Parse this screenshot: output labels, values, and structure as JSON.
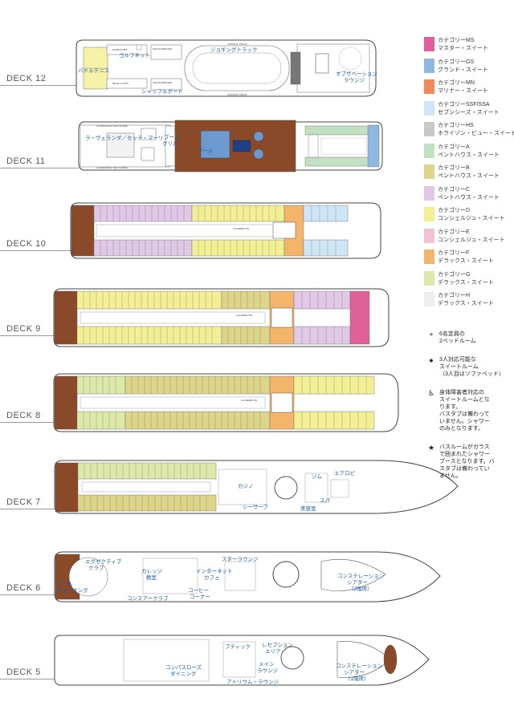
{
  "decks": [
    {
      "id": "deck-12",
      "label": "DECK 12"
    },
    {
      "id": "deck-11",
      "label": "DECK 11"
    },
    {
      "id": "deck-10",
      "label": "DECK 10"
    },
    {
      "id": "deck-9",
      "label": "DECK 9"
    },
    {
      "id": "deck-8",
      "label": "DECK 8"
    },
    {
      "id": "deck-7",
      "label": "DECK 7"
    },
    {
      "id": "deck-6",
      "label": "DECK 6"
    },
    {
      "id": "deck-5",
      "label": "DECK 5"
    }
  ],
  "legend": [
    {
      "code": "カテゴリーMS",
      "name": "マスター・スイート",
      "color": "#e0609a"
    },
    {
      "code": "カテゴリーGS",
      "name": "グランド・スイート",
      "color": "#8fb8e0"
    },
    {
      "code": "カテゴリーMN",
      "name": "マリナー・スイート",
      "color": "#f08a5d"
    },
    {
      "code": "カテゴリーSSF/SSA",
      "name": "セブンシーズ・スイート",
      "color": "#cfe6f7"
    },
    {
      "code": "カテゴリーHS",
      "name": "ホライゾン・ビュー・スイート",
      "color": "#c8c8c8"
    },
    {
      "code": "カテゴリーA",
      "name": "ペントハウス・スイート",
      "color": "#c2e0c2"
    },
    {
      "code": "カテゴリーB",
      "name": "ペントハウス・スイート",
      "color": "#ded48a"
    },
    {
      "code": "カテゴリーC",
      "name": "ペントハウス・スイート",
      "color": "#e0c8e6"
    },
    {
      "code": "カテゴリーD",
      "name": "コンシェルジュ・スイート",
      "color": "#f3ef95"
    },
    {
      "code": "カテゴリーE",
      "name": "コンシェルジュ・スイート",
      "color": "#efc3cf"
    },
    {
      "code": "カテゴリーF",
      "name": "デラックス・スイート",
      "color": "#f2b56a"
    },
    {
      "code": "カテゴリーG",
      "name": "デラックス・スイート",
      "color": "#dde9a8"
    },
    {
      "code": "カテゴリーH",
      "name": "デラックス・スイート",
      "color": "#eeeeee"
    }
  ],
  "notes": [
    {
      "symbol": "+",
      "text": "6名定員の\n2ベッドルーム"
    },
    {
      "symbol": "●",
      "text": "3人対応可能な\nスイートルーム\n（3人目はソファベッド）"
    },
    {
      "symbol": "♿",
      "text": "身体障害者対応の\nスイートルームとな\nります。\nバスタブは備わって\nいません。シャワー\nのみとなります。"
    },
    {
      "symbol": "★",
      "text": "バスルームがガラス\nで囲まれたシャワー\nブースとなります。バ\nスタブは備わってい\nません。"
    }
  ],
  "map_labels": {
    "deck12": [
      "ゴルフネット",
      "パドルテニス",
      "ジョギングトラック",
      "シャッフルボード",
      "オブザベーション\nラウンジ"
    ],
    "deck11": [
      "ラ・ヴェランダ／セッテ・マーリ",
      "プール\nグリル",
      "プール"
    ],
    "deck10": [
      "LAUNDRETTE"
    ],
    "deck9": [
      "LAUNDRETTE"
    ],
    "deck8": [
      "LAUNDRETTE"
    ],
    "deck7": [
      "カジノ",
      "シーサーフ",
      "ジム",
      "スパ",
      "エアロビ",
      "美容室"
    ],
    "deck6": [
      "エグゼクティブ\nクラブ",
      "プール\nウォーキング",
      "カレッジ\n教室",
      "インターネット\nカフェ",
      "コーヒー\nコーナー",
      "スターラウンジ",
      "コンステレーション\nシアター\n（2階席）",
      "コンスアークラブ"
    ],
    "deck5": [
      "コンパスローズ\nダイニング",
      "ブティック",
      "レセプション\nエリア",
      "メイン\nラウンジ",
      "アトリウム・ラウンジ",
      "コンステレーション\nシアター\n（1階席）"
    ]
  }
}
